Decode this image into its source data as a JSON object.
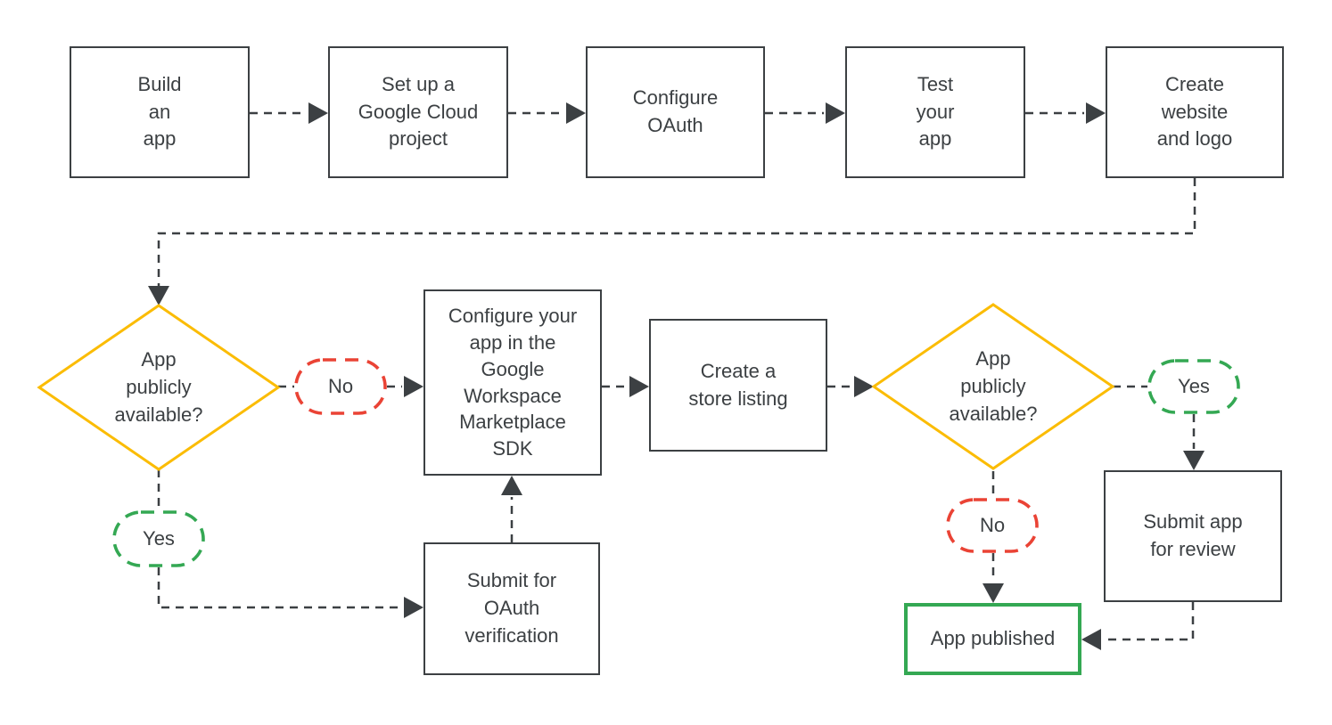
{
  "colors": {
    "background": "#ffffff",
    "outline": "#3c4043",
    "text": "#3c4043",
    "yellow": "#fbbc04",
    "red": "#ea4335",
    "green": "#34a853"
  },
  "nodes": {
    "build_app": {
      "type": "process",
      "label": "Build\nan\napp"
    },
    "setup_project": {
      "type": "process",
      "label": "Set up a\nGoogle Cloud\nproject"
    },
    "configure_oauth": {
      "type": "process",
      "label": "Configure\nOAuth"
    },
    "test_app": {
      "type": "process",
      "label": "Test\nyour\napp"
    },
    "create_website": {
      "type": "process",
      "label": "Create\nwebsite\nand logo"
    },
    "decision_1": {
      "type": "decision",
      "label": "App\npublicly\navailable?"
    },
    "no_1": {
      "type": "badge",
      "label": "No"
    },
    "yes_1": {
      "type": "badge",
      "label": "Yes"
    },
    "configure_sdk": {
      "type": "process",
      "label": "Configure your\napp in the\nGoogle\nWorkspace\nMarketplace\nSDK"
    },
    "store_listing": {
      "type": "process",
      "label": "Create a\nstore listing"
    },
    "oauth_verification": {
      "type": "process",
      "label": "Submit for\nOAuth\nverification"
    },
    "decision_2": {
      "type": "decision",
      "label": "App\npublicly\navailable?"
    },
    "yes_2": {
      "type": "badge",
      "label": "Yes"
    },
    "no_2": {
      "type": "badge",
      "label": "No"
    },
    "submit_review": {
      "type": "process",
      "label": "Submit app\nfor review"
    },
    "app_published": {
      "type": "terminal",
      "label": "App published"
    }
  },
  "edges": [
    {
      "from": "build_app",
      "to": "setup_project"
    },
    {
      "from": "setup_project",
      "to": "configure_oauth"
    },
    {
      "from": "configure_oauth",
      "to": "test_app"
    },
    {
      "from": "test_app",
      "to": "create_website"
    },
    {
      "from": "create_website",
      "to": "decision_1"
    },
    {
      "from": "decision_1",
      "to": "configure_sdk",
      "label": "No"
    },
    {
      "from": "decision_1",
      "to": "oauth_verification",
      "label": "Yes"
    },
    {
      "from": "oauth_verification",
      "to": "configure_sdk"
    },
    {
      "from": "configure_sdk",
      "to": "store_listing"
    },
    {
      "from": "store_listing",
      "to": "decision_2"
    },
    {
      "from": "decision_2",
      "to": "submit_review",
      "label": "Yes"
    },
    {
      "from": "decision_2",
      "to": "app_published",
      "label": "No"
    },
    {
      "from": "submit_review",
      "to": "app_published"
    }
  ]
}
